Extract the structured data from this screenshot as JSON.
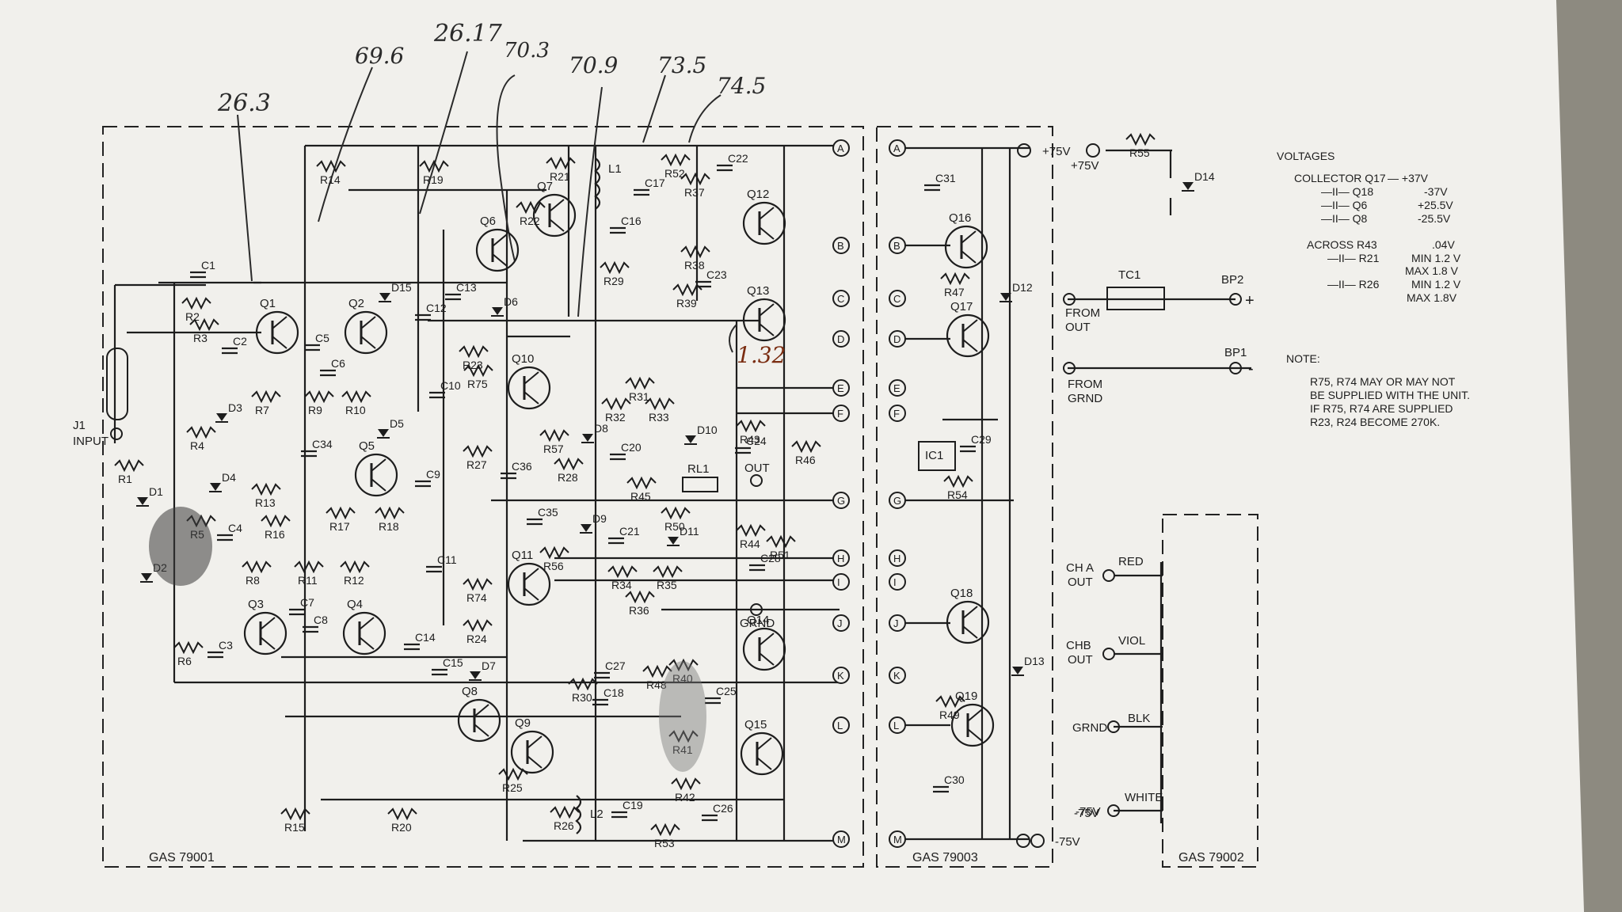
{
  "handwritten": {
    "v1": "26.3",
    "v2": "69.6",
    "v3": "26.17",
    "v4": "70.3",
    "v5": "70.9",
    "v6": "73.5",
    "v7": "74.5",
    "v8": "1.32"
  },
  "boards": {
    "b1": "GAS 79001",
    "b2": "GAS 79003",
    "b3": "GAS 79002"
  },
  "connector_letters": [
    "A",
    "B",
    "C",
    "D",
    "E",
    "F",
    "G",
    "H",
    "I",
    "J",
    "K",
    "L",
    "M"
  ],
  "transistors": [
    "Q1",
    "Q2",
    "Q3",
    "Q4",
    "Q5",
    "Q6",
    "Q7",
    "Q8",
    "Q9",
    "Q10",
    "Q11",
    "Q12",
    "Q13",
    "Q14",
    "Q15",
    "Q16",
    "Q17",
    "Q18",
    "Q19"
  ],
  "resistors": [
    "R1",
    "R2",
    "R3",
    "R4",
    "R5",
    "R6",
    "R7",
    "R8",
    "R9",
    "R10",
    "R11",
    "R12",
    "R13",
    "R14",
    "R15",
    "R16",
    "R17",
    "R18",
    "R19",
    "R20",
    "R21",
    "R22",
    "R23",
    "R24",
    "R25",
    "R26",
    "R27",
    "R28",
    "R29",
    "R30",
    "R31",
    "R32",
    "R33",
    "R34",
    "R35",
    "R36",
    "R37",
    "R38",
    "R39",
    "R40",
    "R41",
    "R42",
    "R43",
    "R44",
    "R45",
    "R46",
    "R47",
    "R48",
    "R49",
    "R50",
    "R51",
    "R52",
    "R53",
    "R54",
    "R55",
    "R56",
    "R57",
    "R74",
    "R75"
  ],
  "capacitors": [
    "C1",
    "C2",
    "C3",
    "C4",
    "C5",
    "C6",
    "C7",
    "C8",
    "C9",
    "C10",
    "C11",
    "C12",
    "C13",
    "C14",
    "C15",
    "C16",
    "C17",
    "C18",
    "C19",
    "C20",
    "C21",
    "C22",
    "C23",
    "C24",
    "C25",
    "C26",
    "C27",
    "C28",
    "C29",
    "C30",
    "C31",
    "C34",
    "C35",
    "C36"
  ],
  "diodes": [
    "D1",
    "D2",
    "D3",
    "D4",
    "D5",
    "D6",
    "D7",
    "D8",
    "D9",
    "D10",
    "D11",
    "D12",
    "D13",
    "D14",
    "D15"
  ],
  "misc": {
    "j1": "J1",
    "input": "INPUT",
    "l1": "L1",
    "l2": "L2",
    "rl1": "RL1",
    "ic1": "IC1",
    "out": "OUT",
    "grnd": "GRND",
    "tc1": "TC1",
    "bp1": "BP1",
    "bp2": "BP2",
    "plus75a": "+75V",
    "plus75b": "+75V",
    "minus75a": "-75V",
    "minus75b": "-75V",
    "plus": "+",
    "minus": "-"
  },
  "right_panel": {
    "from_out": [
      "FROM",
      "OUT"
    ],
    "from_grnd": [
      "FROM",
      "GRND"
    ],
    "cha_out": [
      "CH A",
      "OUT"
    ],
    "chb_out": [
      "CHB",
      "OUT"
    ],
    "grnd": "GRND",
    "minus75": "-75V",
    "red": "RED",
    "viol": "VIOL",
    "blk": "BLK",
    "white": "WHITE"
  },
  "voltages": {
    "title": "VOLTAGES",
    "rows": [
      [
        "COLLECTOR Q17",
        "— +37V"
      ],
      [
        "—II— Q18",
        "-37V"
      ],
      [
        "—II— Q6",
        "+25.5V"
      ],
      [
        "—II— Q8",
        "-25.5V"
      ]
    ],
    "across": [
      [
        "ACROSS R43",
        ".04V"
      ],
      [
        "—II— R21",
        "MIN 1.2 V"
      ],
      [
        "",
        "MAX 1.8 V"
      ],
      [
        "—II— R26",
        "MIN 1.2 V"
      ],
      [
        "",
        "MAX 1.8V"
      ]
    ]
  },
  "note": {
    "title": "NOTE:",
    "lines": [
      "R75, R74 MAY OR MAY NOT",
      "BE SUPPLIED WITH THE UNIT.",
      "IF R75, R74 ARE SUPPLIED",
      "R23, R24 BECOME 270K."
    ]
  }
}
